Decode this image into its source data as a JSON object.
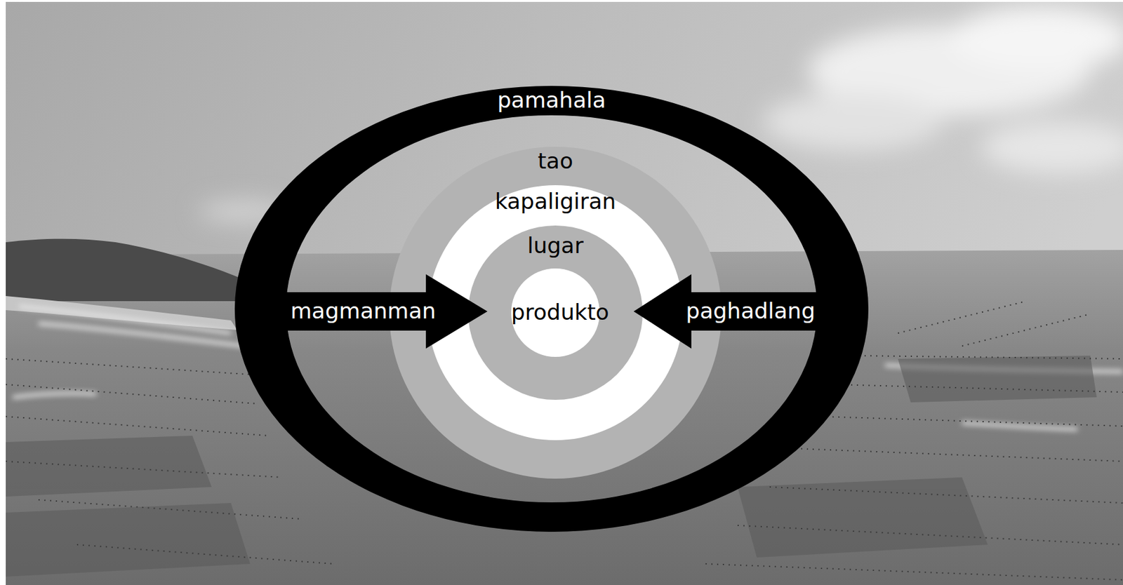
{
  "diagram": {
    "nodes": [
      {
        "text": [
          "pamahala"
        ]
      },
      {
        "text": [
          "tao"
        ],
        "in": 0
      },
      {
        "text": [
          "kapaligiran"
        ],
        "in": 1
      },
      {
        "text": [
          "lugar"
        ],
        "in": 2
      },
      {
        "text": [
          "magmanman"
        ],
        "in": 0
      },
      {
        "text": [
          "produkto"
        ],
        "in": 3
      },
      {
        "text": [
          "paghadlang"
        ],
        "in": 0
      }
    ]
  }
}
